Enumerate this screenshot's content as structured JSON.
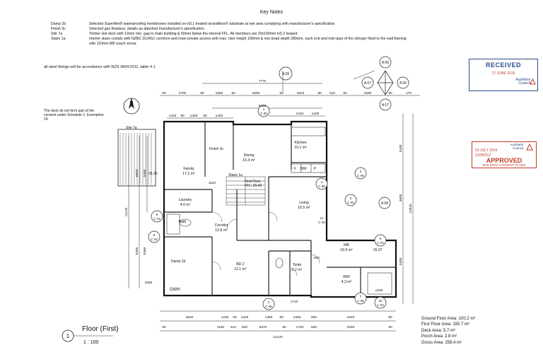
{
  "key_notes": {
    "title": "Key Notes",
    "items": [
      {
        "code": "Damp 2d",
        "text": "Selected Superflex® waterproofing membranes installed on H3.1 treated strandfloor® substrate at wet area complying with manufacturer's specification"
      },
      {
        "code": "Finish 3c",
        "text": "Selected gas fireplace, details as attached manufacturer's specification"
      },
      {
        "code": "Site 7a",
        "text": "Timber slat deck with 12mm min. gap to main building & 50mm below the internal FFL. All members are 20x100mm H3.2 treated"
      },
      {
        "code": "Stairs 1a",
        "text": "Interior stairs comply with NZBC D1/AS1 common and main private access with max. riser height 190mm & min.tread depth 280mm, each end and mid-span of the stringer fixed to the wall framing"
      },
      {
        "code": "",
        "text": "with 110mm M8 coach screw"
      }
    ]
  },
  "steel_note": "all steel fixings will be accordance with NZS 3604:2011, table 4.1",
  "received_stamp": {
    "title": "RECEIVED",
    "date": "17 JUNE 2019",
    "council_line1": "Auckland",
    "council_line2": "Council"
  },
  "approved_stamp": {
    "council_line1": "Auckland",
    "council_line2": "Council",
    "date": "03 JULY 2019",
    "ref": "10280312",
    "title": "APPROVED",
    "subtitle": "BUILDING CONSENT PLANS"
  },
  "exemption_note": "The deck do not form part of the consent under Schedule 1, Exemption 24",
  "plan": {
    "rooms": [
      {
        "name": "Family",
        "area": "17.2 m²"
      },
      {
        "name": "Dining",
        "area": "15.3 m²"
      },
      {
        "name": "Kitchen",
        "area": "10.1 m²"
      },
      {
        "name": "Living",
        "area": "16.5 m²"
      },
      {
        "name": "Laundry",
        "area": "4.0 m²"
      },
      {
        "name": "Corridor",
        "area": "12.8 m²"
      },
      {
        "name": "Bath",
        "area": ""
      },
      {
        "name": "BD 2",
        "area": "11.1 m²"
      },
      {
        "name": "Toilet",
        "area": "2.2 m²"
      },
      {
        "name": "MB",
        "area": "16.9 m²"
      },
      {
        "name": "WW",
        "area": "4.3 m²"
      }
    ],
    "tags": {
      "site": "Site 7a",
      "finish": "Finish 3c",
      "stairs": "Stairs 1a",
      "damp": "Damp 2d",
      "first_floor_1": "First Floor",
      "first_floor_2": "FFL: 26.42",
      "level": "26.35",
      "level2": "26.37",
      "gwh": "GWH",
      "pantry_f": "F",
      "pantry_om": "O/M",
      "pantry_p": "P"
    },
    "dims": {
      "top_overall": "7770",
      "top_overall_2": "5220",
      "top_row": [
        "90",
        "2700",
        "90",
        "1860",
        "90",
        "3690",
        "90",
        "2910",
        "90",
        "910",
        "90",
        "2290",
        "90",
        "170"
      ],
      "top_row2": [
        "1430",
        "90",
        "1400",
        "90",
        "1440"
      ],
      "top_row3": [
        "1210",
        "1200"
      ],
      "left_overall": "11120",
      "left": [
        "5820",
        "5300",
        "5460",
        "5360"
      ],
      "right_overall": "12530",
      "right": [
        "3400",
        "3600",
        "3400"
      ],
      "bottom_row1": [
        "3540",
        "1220",
        "90",
        "1220",
        "1450",
        "90",
        "2400",
        "900",
        "4240",
        "90"
      ],
      "bottom_row2": [
        "90",
        "1150",
        "510",
        "820",
        "5370",
        "90",
        "1720",
        "600",
        "3340",
        "90"
      ],
      "bottom_overall": "14120",
      "misc_3260": "3260",
      "misc_1120": "1120",
      "misc_1710": "1710",
      "misc_1200": "1200",
      "misc_900": "900"
    },
    "markers": {
      "a09": "A 09",
      "a06": "A 06",
      "a07": "A 07",
      "a08": "A 08",
      "compass_n": "N",
      "sections": [
        {
          "num": "1",
          "ref": "C 05"
        },
        {
          "num": "2",
          "ref": "C 05"
        },
        {
          "num": "3",
          "ref": "C 06"
        },
        {
          "num": "4",
          "ref": "C 06"
        },
        {
          "num": "5",
          "ref": "C 04"
        },
        {
          "num": "6",
          "ref": "C 05"
        },
        {
          "num": "7",
          "ref": "C 05"
        },
        {
          "num": "8",
          "ref": "C 02"
        },
        {
          "num": "9",
          "ref": "C 04"
        },
        {
          "num": "10",
          "ref": "C 03"
        },
        {
          "num": "11",
          "ref": "C 03"
        }
      ]
    }
  },
  "floor": {
    "marker": "1",
    "title": "Floor (First)",
    "scale": "1 : 100"
  },
  "areas": [
    "Ground Floor Area: 100.2 m²",
    "First Floor Area: 150.7 m²",
    "Deck Area: 5.7 m²",
    "Porch Area: 2.8 m²",
    "Gross Area: 259.4 m²"
  ]
}
